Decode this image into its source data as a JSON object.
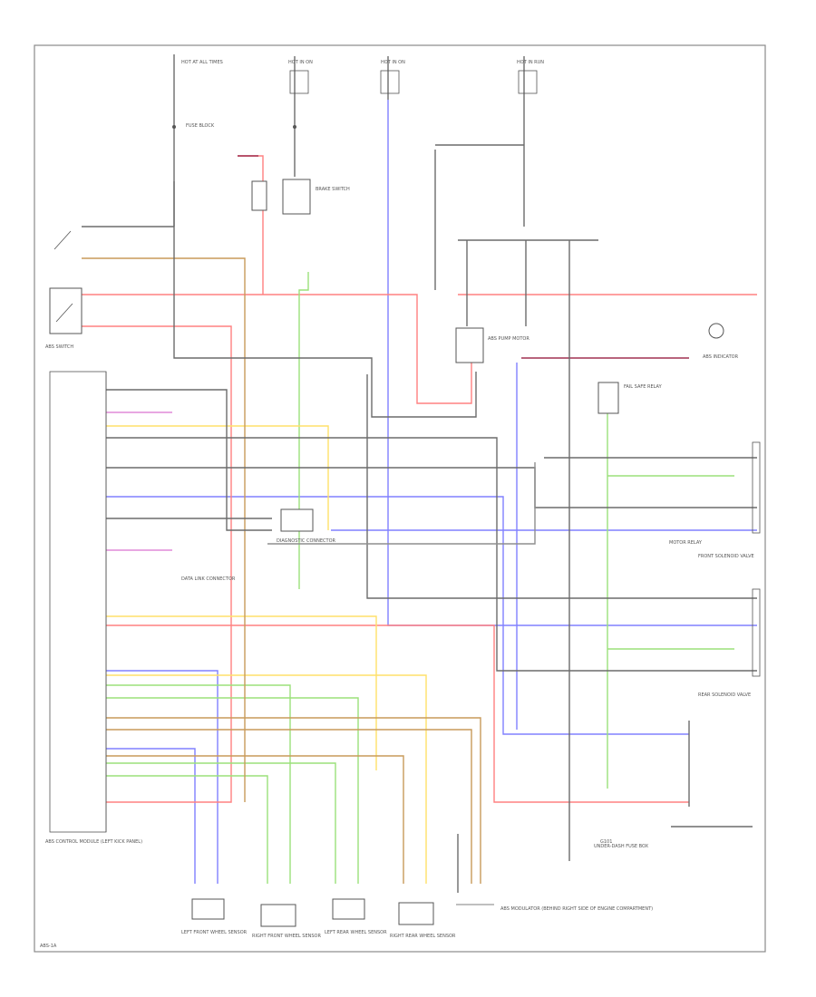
{
  "diagram": {
    "labels": {
      "top_fuse_1": "HOT AT ALL TIMES",
      "top_fuse_2": "HOT IN ON",
      "top_fuse_3": "HOT IN ON",
      "top_fuse_4": "HOT IN RUN",
      "fuse_block": "FUSE BLOCK",
      "underdash_fuse": "UNDER-DASH FUSE BOX",
      "brake_switch": "BRAKE SWITCH",
      "abs_switch": "ABS SWITCH",
      "diag_connector": "DIAGNOSTIC CONNECTOR",
      "abs_control_module": "ABS CONTROL MODULE (LEFT KICK PANEL)",
      "abs_pump_motor": "ABS PUMP MOTOR",
      "motor_relay": "MOTOR RELAY",
      "fail_safe_relay": "FAIL SAFE RELAY",
      "indicator": "ABS INDICATOR",
      "left_front_sensor": "LEFT FRONT WHEEL SENSOR",
      "right_front_sensor": "RIGHT FRONT WHEEL SENSOR",
      "left_rear_sensor": "LEFT REAR WHEEL SENSOR",
      "right_rear_sensor": "RIGHT REAR WHEEL SENSOR",
      "abs_modulator": "ABS MODULATOR (BEHIND RIGHT SIDE OF ENGINE COMPARTMENT)",
      "rear_solenoid": "REAR SOLENOID VALVE",
      "front_solenoid": "FRONT SOLENOID VALVE",
      "data_link": "DATA LINK CONNECTOR",
      "ground": "G101",
      "footer": "ABS-1A"
    }
  }
}
